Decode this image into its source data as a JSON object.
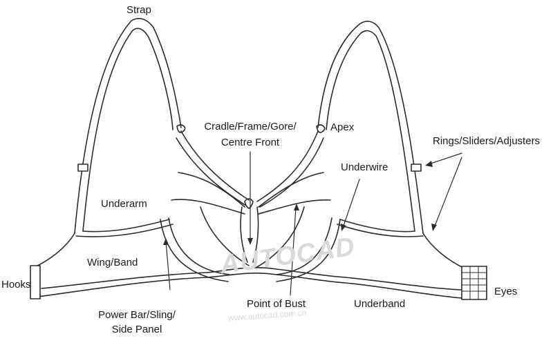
{
  "labels": {
    "strap": "Strap",
    "cradle_line1": "Cradle/Frame/Gore/",
    "cradle_line2": "Centre Front",
    "apex": "Apex",
    "rings": "Rings/Sliders/Adjusters",
    "underwire": "Underwire",
    "underarm": "Underarm",
    "wing_band": "Wing/Band",
    "hooks": "Hooks",
    "eyes": "Eyes",
    "power_bar_line1": "Power Bar/Sling/",
    "power_bar_line2": "Side Panel",
    "point_of_bust": "Point of Bust",
    "underband": "Underband"
  },
  "watermark": {
    "logo_text": "AUTOCAD",
    "url_text": "www.autocad.com.cn"
  },
  "colors": {
    "line": "#2b2b2b",
    "text": "#1a1a1a",
    "watermark": "#d9d9d9"
  }
}
